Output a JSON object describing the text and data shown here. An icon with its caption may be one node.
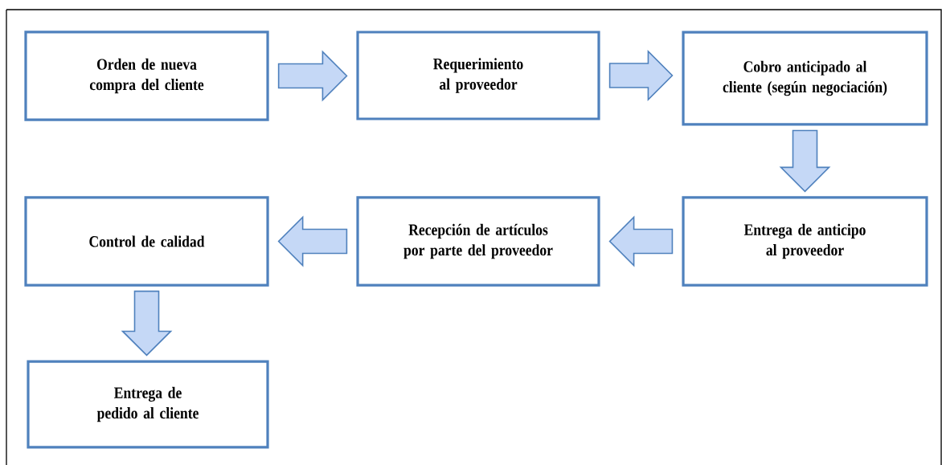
{
  "diagram": {
    "nodes": [
      {
        "text": [
          "Orden de nueva compra del cliente"
        ]
      },
      {
        "text": [
          "Requerimiento al proveedor"
        ]
      },
      {
        "text": [
          "Cobro anticipado al cliente (según negociación)"
        ]
      },
      {
        "text": [
          "Entrega de anticipo al proveedor"
        ]
      },
      {
        "text": [
          "Recepción de artículos por parte del proveedor"
        ]
      },
      {
        "text": [
          "Control de calidad"
        ]
      },
      {
        "text": [
          "Entrega de pedido al cliente"
        ]
      }
    ],
    "edges": [
      {
        "from": 0,
        "to": 1,
        "arrow": "to"
      },
      {
        "from": 1,
        "to": 2,
        "arrow": "to"
      },
      {
        "from": 2,
        "to": 3,
        "arrow": "to"
      },
      {
        "from": 3,
        "to": 4,
        "arrow": "to"
      },
      {
        "from": 4,
        "to": 5,
        "arrow": "to"
      },
      {
        "from": 5,
        "to": 6,
        "arrow": "to"
      }
    ]
  }
}
